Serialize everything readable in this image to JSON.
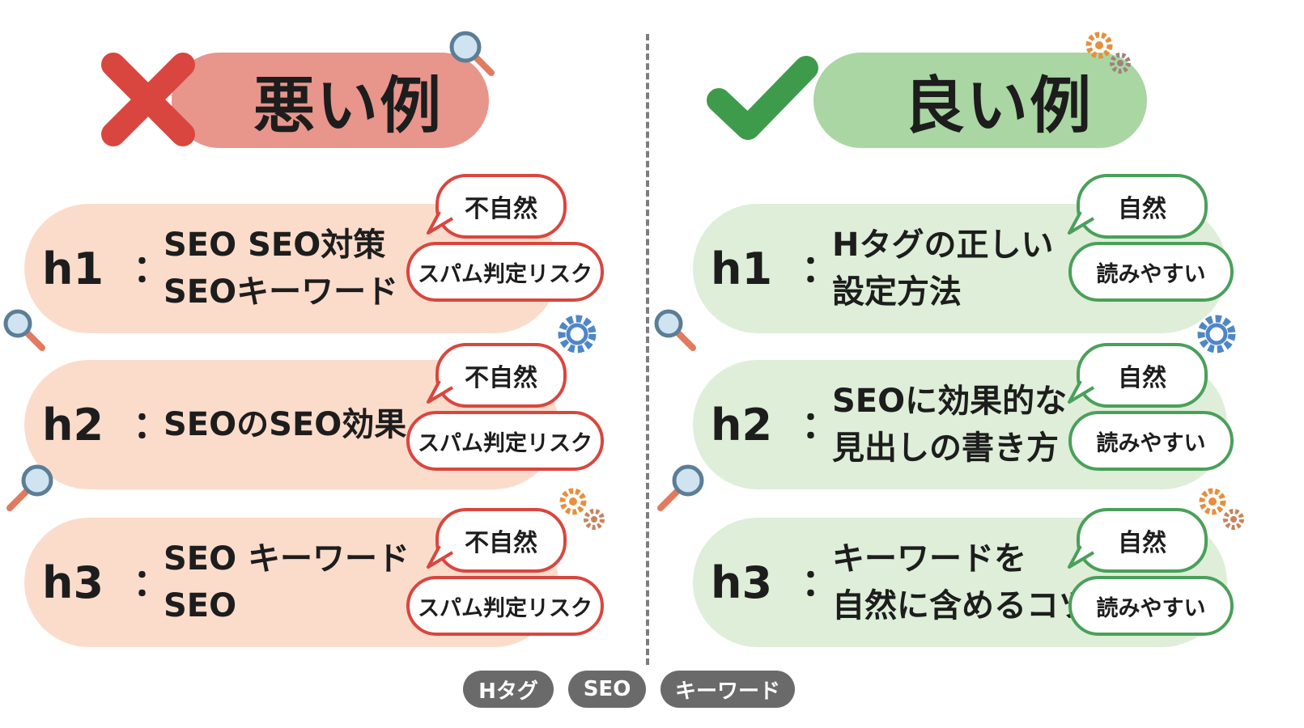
{
  "bad": {
    "header": "悪い例",
    "icon": "cross-mark-icon",
    "color": "#d9463f",
    "rows": [
      {
        "tag": "h1",
        "text": "SEO SEO対策\nSEOキーワード",
        "note_top": "不自然",
        "note_bottom": "スパム判定リスク"
      },
      {
        "tag": "h2",
        "text": "SEOのSEO効果",
        "note_top": "不自然",
        "note_bottom": "スパム判定リスク"
      },
      {
        "tag": "h3",
        "text": "SEO キーワード\nSEO",
        "note_top": "不自然",
        "note_bottom": "スパム判定リスク"
      }
    ]
  },
  "good": {
    "header": "良い例",
    "icon": "check-mark-icon",
    "color": "#4aa05a",
    "rows": [
      {
        "tag": "h1",
        "text": "Hタグの正しい\n設定方法",
        "note_top": "自然",
        "note_bottom": "読みやすい"
      },
      {
        "tag": "h2",
        "text": "SEOに効果的な\n見出しの書き方",
        "note_top": "自然",
        "note_bottom": "読みやすい"
      },
      {
        "tag": "h3",
        "text": "キーワードを\n自然に含めるコツ",
        "note_top": "自然",
        "note_bottom": "読みやすい"
      }
    ]
  },
  "separator": "：",
  "footer_tags": [
    "Hタグ",
    "SEO",
    "キーワード"
  ]
}
